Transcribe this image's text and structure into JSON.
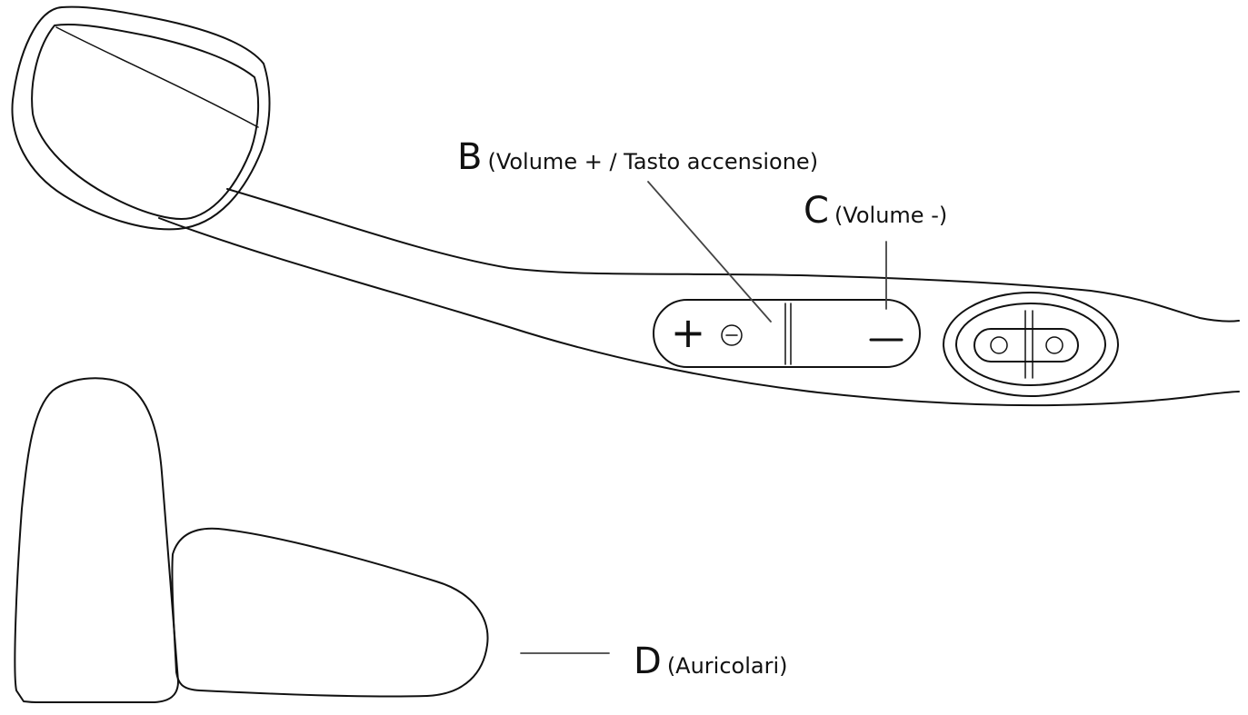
{
  "labels": {
    "b": {
      "letter": "B",
      "text": "(Volume + / Tasto accensione)"
    },
    "c": {
      "letter": "C",
      "text": "(Volume -)"
    },
    "d": {
      "letter": "D",
      "text": "(Auricolari)"
    }
  },
  "button_glyphs": {
    "plus": "+",
    "minus": "−"
  },
  "colors": {
    "line": "#111111",
    "background": "#ffffff"
  }
}
